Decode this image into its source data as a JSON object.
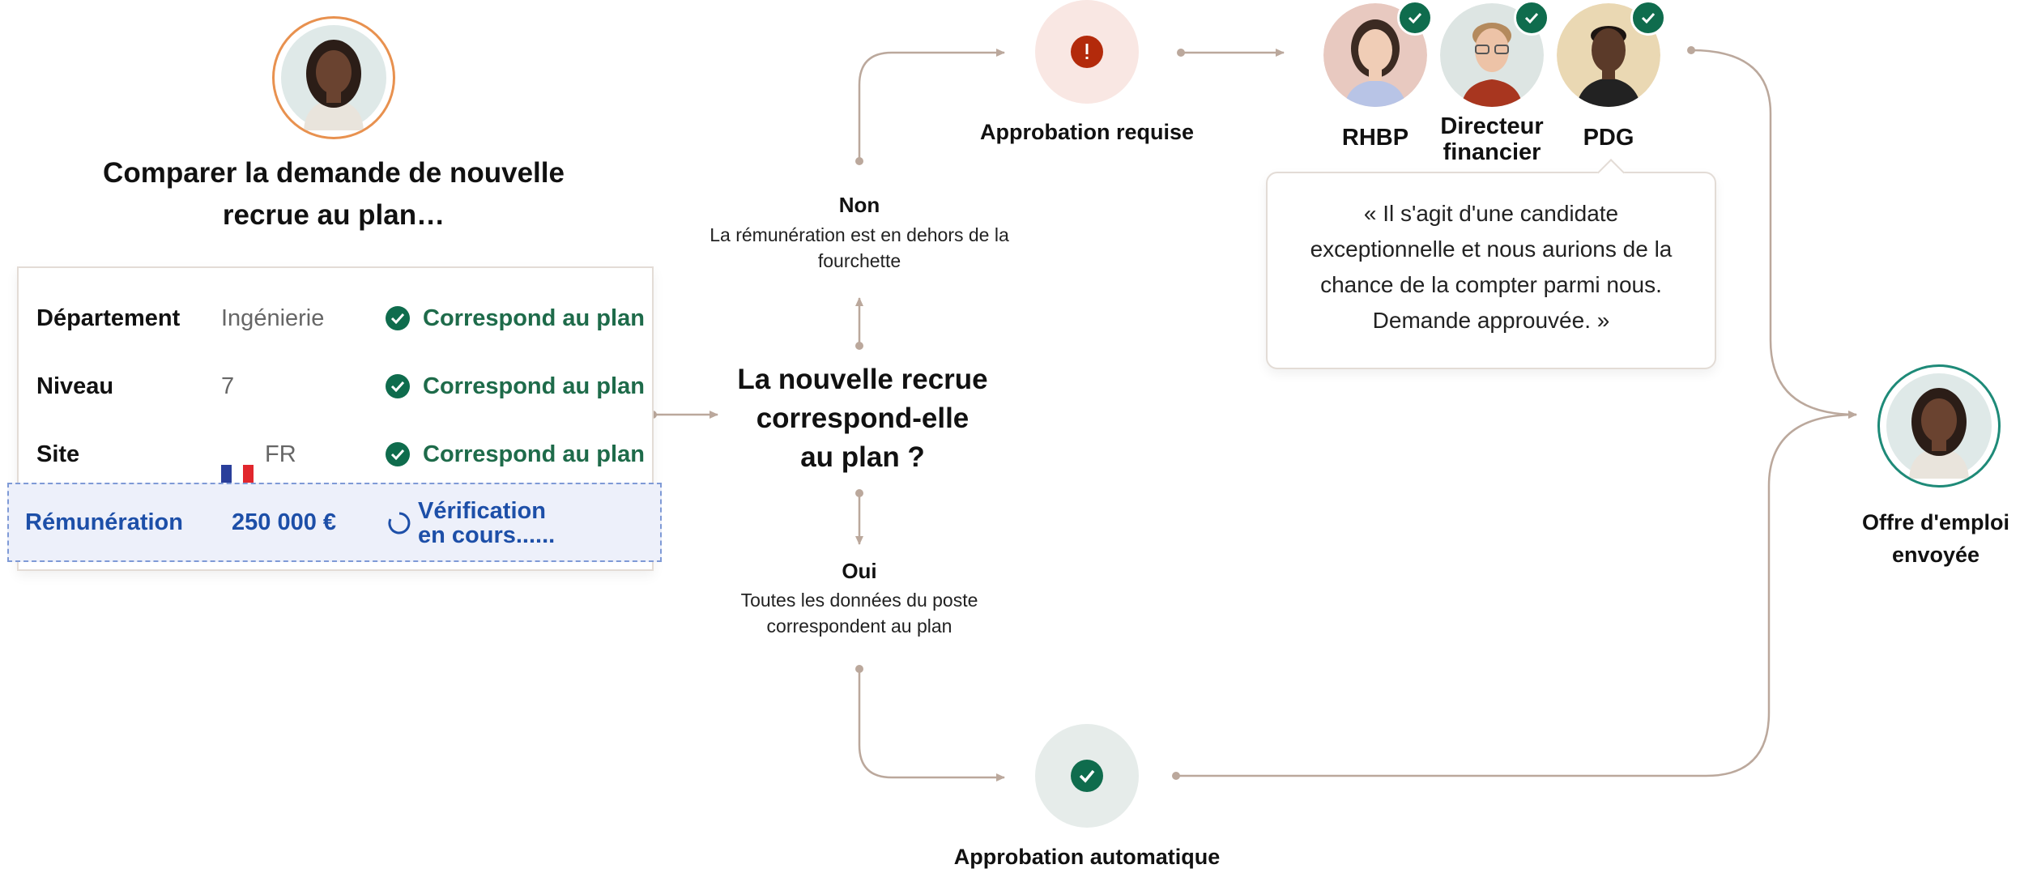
{
  "left": {
    "title": "Comparer la demande de nouvelle recrue au plan…",
    "rows": [
      {
        "label": "Département",
        "value": "Ingénierie",
        "status": "Correspond au plan"
      },
      {
        "label": "Niveau",
        "value": "7",
        "status": "Correspond au plan"
      },
      {
        "label": "Site",
        "value": "FR",
        "status": "Correspond au plan"
      }
    ],
    "pay": {
      "label": "Rémunération",
      "value": "250 000 €",
      "status_line1": "Vérification",
      "status_line2": "en cours......"
    }
  },
  "decision": {
    "question_l1": "La nouvelle recrue",
    "question_l2": "correspond-elle",
    "question_l3": "au plan ?",
    "no_title": "Non",
    "no_sub_l1": "La rémunération est en dehors de la",
    "no_sub_l2": "fourchette",
    "yes_title": "Oui",
    "yes_sub_l1": "Toutes les données du poste",
    "yes_sub_l2": "correspondent au plan"
  },
  "approval_required": {
    "label": "Approbation requise",
    "icon": "exclamation-icon",
    "color": "#b32a0b"
  },
  "auto_approval": {
    "label": "Approbation automatique",
    "icon": "check-icon",
    "color": "#0f6c4d"
  },
  "approvers": [
    {
      "label_l1": "RHBP",
      "label_l2": ""
    },
    {
      "label_l1": "Directeur",
      "label_l2": "financier"
    },
    {
      "label_l1": "PDG",
      "label_l2": ""
    }
  ],
  "quote": {
    "l1": "« Il s'agit d'une candidate",
    "l2": "exceptionnelle et nous aurions de la",
    "l3": "chance de la compter parmi nous.",
    "l4": "Demande approuvée. »"
  },
  "final": {
    "l1": "Offre d'emploi",
    "l2": "envoyée"
  },
  "colors": {
    "success": "#1e6b4a",
    "pending": "#1d4fa8",
    "connector": "#bba89c",
    "accent_orange": "#e8914f",
    "accent_teal": "#1e8a78"
  }
}
